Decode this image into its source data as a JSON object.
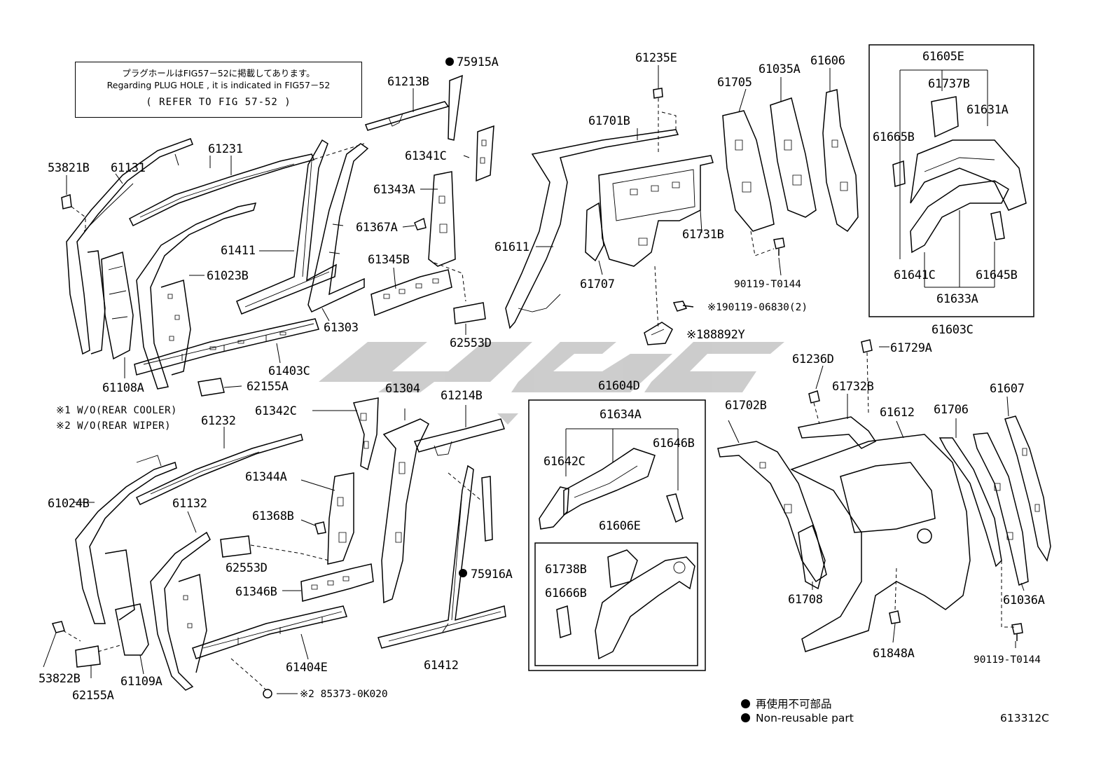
{
  "note": {
    "line_jp": "プラグホールはFIG57－52に掲載してあります。",
    "line_en": "Regarding PLUG HOLE , it is indicated in FIG57－52",
    "line_ref": "(   REFER TO FIG 57-52  )"
  },
  "footnotes": {
    "rear_cooler": "※1 W/O(REAR COOLER)",
    "rear_wiper": "※2 W/O(REAR WIPER)"
  },
  "legend": {
    "jp": "再使用不可部品",
    "en": "Non-reusable part"
  },
  "figure_number": "613312C",
  "parts": {
    "p53821B": "53821B",
    "p61131": "61131",
    "p61231": "61231",
    "p61411": "61411",
    "p61023B": "61023B",
    "p61108A": "61108A",
    "p62155A_top": "62155A",
    "p61403C": "61403C",
    "p61303": "61303",
    "p61213B": "61213B",
    "p75915A": "75915A",
    "p61341C": "61341C",
    "p61343A": "61343A",
    "p61367A": "61367A",
    "p61345B": "61345B",
    "p62553D_top": "62553D",
    "p61235E": "61235E",
    "p61701B": "61701B",
    "p61611": "61611",
    "p61707": "61707",
    "p61731B": "61731B",
    "p61705": "61705",
    "p61035A": "61035A",
    "p61606": "61606",
    "p90119_T0144_top": "90119-T0144",
    "p190119_06830": "※190119-06830(2)",
    "p188892Y": "※188892Y",
    "p61605E": "61605E",
    "p61737B": "61737B",
    "p61631A": "61631A",
    "p61665B": "61665B",
    "p61641C": "61641C",
    "p61645B": "61645B",
    "p61633A": "61633A",
    "p61603C": "61603C",
    "p61729A": "61729A",
    "p61236D": "61236D",
    "p61732B": "61732B",
    "p61232": "61232",
    "p61024B": "61024B",
    "p61132": "61132",
    "p53822B": "53822B",
    "p62155A_bot": "62155A",
    "p61109A": "61109A",
    "p61404E": "61404E",
    "p85373": "※2 85373-0K020",
    "p61342C": "61342C",
    "p61344A": "61344A",
    "p61368B": "61368B",
    "p62553D_bot": "62553D",
    "p61346B": "61346B",
    "p61304": "61304",
    "p61214B": "61214B",
    "p75916A": "75916A",
    "p61412": "61412",
    "p61604D": "61604D",
    "p61634A": "61634A",
    "p61642C": "61642C",
    "p61646B": "61646B",
    "p61606E": "61606E",
    "p61738B": "61738B",
    "p61666B": "61666B",
    "p61702B": "61702B",
    "p61612": "61612",
    "p61706": "61706",
    "p61607": "61607",
    "p61708": "61708",
    "p61848A": "61848A",
    "p61036A": "61036A",
    "p90119_T0144_bot": "90119-T0144"
  }
}
